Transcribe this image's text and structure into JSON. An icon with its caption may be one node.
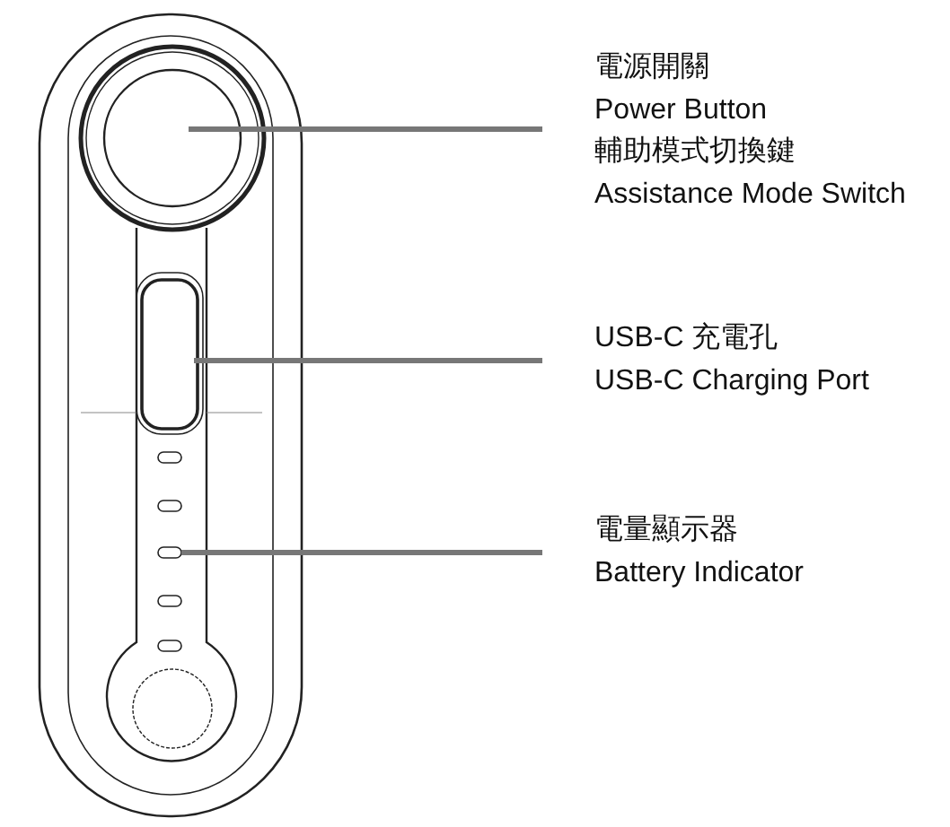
{
  "diagram": {
    "nodes": [
      {
        "text": [
          "電源開關",
          "Power Button",
          "輔助模式切換鍵",
          "Assistance Mode Switch"
        ]
      },
      {
        "text": [],
        "shape": "circle"
      },
      {
        "text": [
          "USB-C 充電孔",
          "USB-C Charging Port"
        ]
      },
      {
        "text": [],
        "shape": "box"
      },
      {
        "text": [
          "電量顯示器",
          "Battery Indicator"
        ]
      },
      {
        "text": [],
        "shape": "bar"
      }
    ],
    "edges": [
      {
        "from": 0,
        "to": 1,
        "arrow": "none"
      },
      {
        "from": 2,
        "to": 3,
        "arrow": "none"
      },
      {
        "from": 4,
        "to": 5,
        "arrow": "none"
      }
    ]
  }
}
